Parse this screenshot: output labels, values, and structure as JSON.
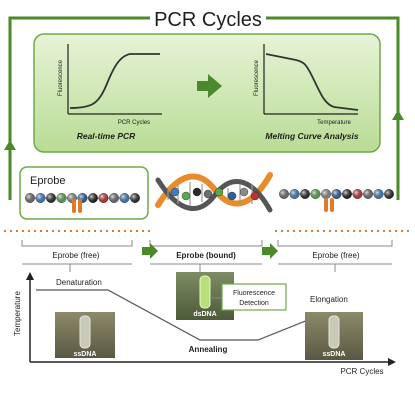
{
  "title": "PCR Cycles",
  "top_panel": {
    "left_chart": {
      "ylabel": "Fluorescence",
      "xlabel": "PCR Cycles",
      "caption": "Real-time PCR",
      "curve": "sigmoid-rise"
    },
    "right_chart": {
      "ylabel": "Fluorescence",
      "xlabel": "Temperature",
      "caption": "Melting Curve Analysis",
      "curve": "melting-drop"
    }
  },
  "eprobe_box": {
    "label": "Eprobe"
  },
  "probe_states": {
    "left": "Eprobe (free)",
    "center": "Eprobe (bound)",
    "right": "Eprobe (free)"
  },
  "bottom_chart": {
    "ylabel": "Temperature",
    "xlabel": "PCR Cycles",
    "stages": {
      "denaturation": "Denaturation",
      "annealing": "Annealing",
      "elongation": "Elongation"
    },
    "tubes": {
      "left": "ssDNA",
      "center": "dsDNA",
      "right": "ssDNA"
    },
    "detection_label_line1": "Fluorescence",
    "detection_label_line2": "Detection"
  },
  "colors": {
    "cycle_arrow": "#4a8a2a",
    "panel_fill": "#c9e4a8",
    "panel_border": "#6fa84a",
    "dna_orange": "#e98b2a",
    "dna_dark": "#3b3b3b",
    "dashed_orange": "#e07a28"
  }
}
